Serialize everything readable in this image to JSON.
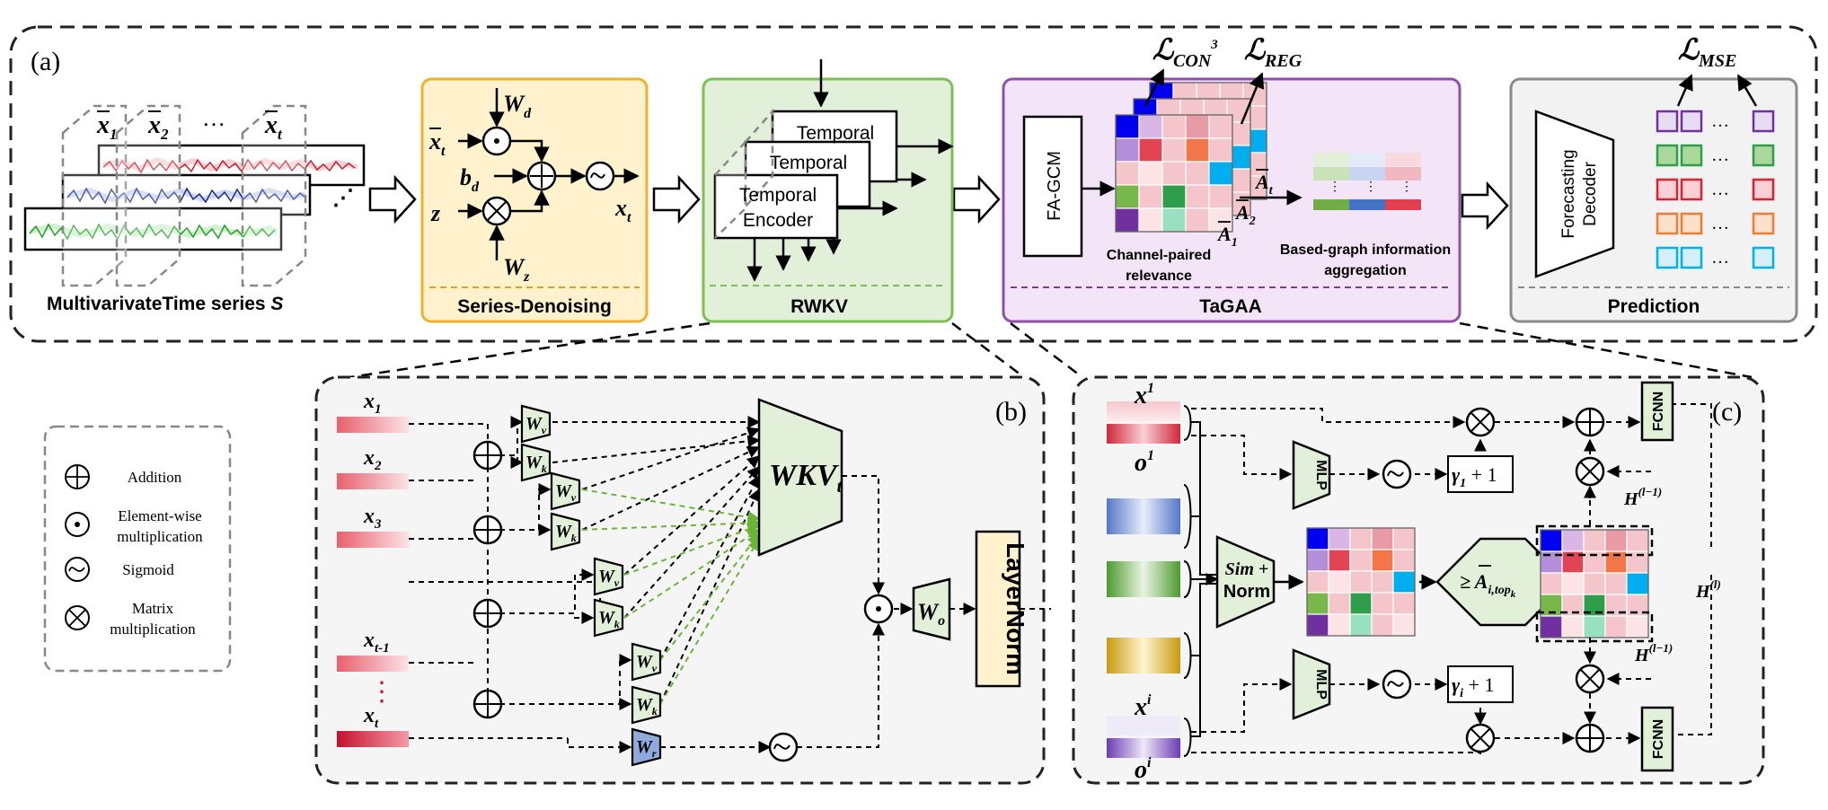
{
  "panels": {
    "a": "(a)",
    "b": "(b)",
    "c": "(c)"
  },
  "top": {
    "input": {
      "title": "MultivarivateTime series ",
      "symbol": "S",
      "x1": "x",
      "x1_sub": "1",
      "x2": "x",
      "x2_sub": "2",
      "dots": "…",
      "xt": "x",
      "xt_sub": "t"
    },
    "denoise": {
      "title": "Series-Denoising",
      "xt_in": "x",
      "xt_sub": "t",
      "wd": "W",
      "wd_sub": "d",
      "bd": "b",
      "bd_sub": "d",
      "z": "z",
      "wz": "W",
      "wz_sub": "z",
      "xt_out": "x",
      "xt_out_sub": "t"
    },
    "rwkv": {
      "title": "RWKV",
      "enc1": "Temporal",
      "enc2": "Temporal",
      "enc3a": "Temporal",
      "enc3b": "Encoder"
    },
    "tagaa": {
      "title": "TaGAA",
      "fagcm": "FA-GCM",
      "loss_con": "CON",
      "loss_con_sup": "3",
      "loss_reg": "REG",
      "a_t": "A",
      "a_t_sub": "t",
      "a_2": "A",
      "a_2_sub": "2",
      "a_1": "A",
      "a_1_sub": "1",
      "channel1": "Channel-paired",
      "channel2": "relevance",
      "agg1": "Based-graph information",
      "agg2": "aggregation"
    },
    "prediction": {
      "title": "Prediction",
      "decoder1": "Forecasting",
      "decoder2": "Decoder",
      "loss_mse": "MSE",
      "dots": "…"
    },
    "loss_symbol": "ℒ"
  },
  "legend": {
    "items": [
      {
        "label": "Addition"
      },
      {
        "label": "Element-wise",
        "label2": "multiplication"
      },
      {
        "label": "Sigmoid"
      },
      {
        "label": "Matrix",
        "label2": "multiplication"
      }
    ]
  },
  "b": {
    "inputs": [
      {
        "sym": "x",
        "sub": "1"
      },
      {
        "sym": "x",
        "sub": "2"
      },
      {
        "sym": "x",
        "sub": "3"
      },
      {
        "sym": "x",
        "sub": "t-1"
      },
      {
        "sym": "x",
        "sub": "t"
      }
    ],
    "wv": "W",
    "wv_sub": "v",
    "wk": "W",
    "wk_sub": "k",
    "wr": "W",
    "wr_sub": "r",
    "wo": "W",
    "wo_sub": "o",
    "wkv": "WKV",
    "wkv_sub": "t",
    "layernorm": "LayerNorm"
  },
  "c": {
    "x1": "x",
    "x1_sup": "1",
    "o1": "o",
    "o1_sup": "1",
    "xi": "x",
    "xi_sup": "i",
    "oi": "o",
    "oi_sup": "i",
    "mlp": "MLP",
    "gamma1": "γ",
    "gamma1_sub": "1",
    "gammai": "γ",
    "gammai_sub": "i",
    "plus_one": " + 1",
    "sim": "Sim +",
    "norm": "Norm",
    "thresh": "≥ A",
    "thresh_sub": "i,top",
    "thresh_subsub": "k",
    "fcnn": "FCNN",
    "h_prev": "H",
    "h_prev_sup": "(l−1)",
    "h": "H",
    "h_sup": "(l)"
  },
  "colors": {
    "denoise_fill": "#FFF2CC",
    "denoise_stroke": "#F0B030",
    "rwkv_fill": "#E2EFD9",
    "rwkv_stroke": "#7DBF55",
    "tagaa_fill": "#F4E4F7",
    "tagaa_stroke": "#8E4FB0",
    "pred_fill": "#F2F2F2",
    "pred_stroke": "#8A8A8A",
    "block_green": "#E2EFD9",
    "wr_blue": "#8FAADC",
    "layernorm_fill": "#FFF2CC"
  }
}
